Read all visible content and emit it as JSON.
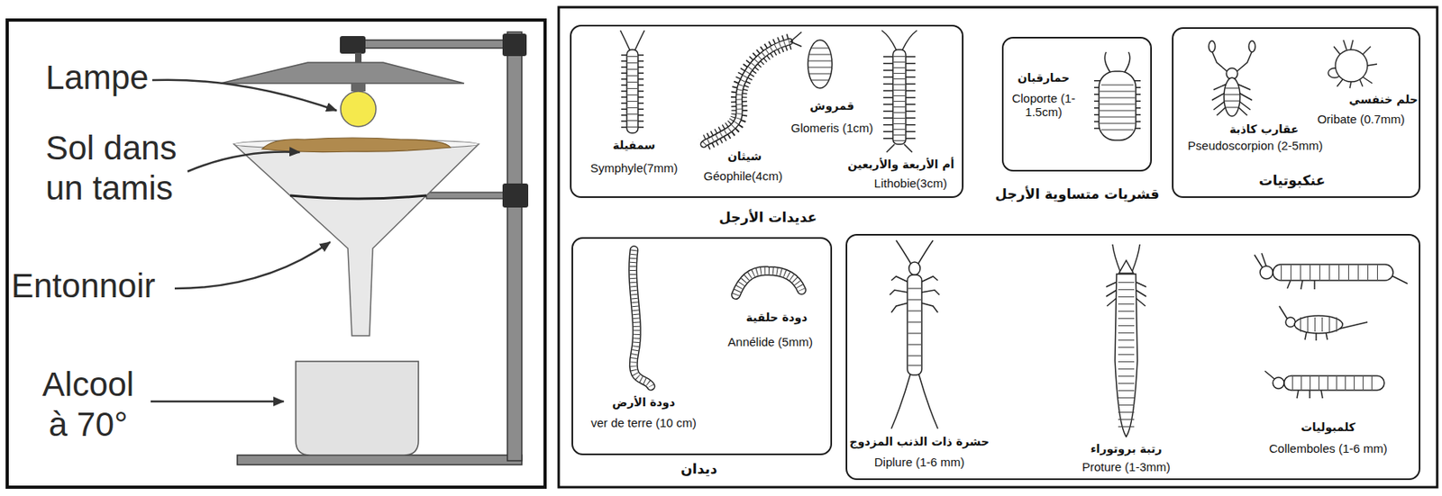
{
  "diagram": {
    "nodes": [
      {
        "text": [
          "عديدات الأرجل",
          "سمفيلة",
          "Symphyle(7mm)",
          "شيثان",
          "Géophile(4cm)",
          "قمروش",
          "Glomeris (1cm)",
          "أم الأربعة والأربعين",
          "Lithobie(3cm)"
        ]
      },
      {
        "text": [
          "قشريات متساوية الأرجل",
          "حمارقبان",
          "Cloporte (1-1.5cm)"
        ]
      },
      {
        "text": [
          "عنكبوتيات",
          "عقارب كاذبة",
          "Pseudoscorpion (2-5mm)",
          "حلم خنفسي",
          "Oribate (0.7mm)"
        ]
      },
      {
        "text": [
          "ديدان",
          "دودة الأرض",
          "ver de terre (10 cm)",
          "دودة حلقية",
          "Annélide (5mm)"
        ]
      },
      {
        "text": [
          "حشرة ذات الذنب المزدوج",
          "Diplure (1-6 mm)",
          "رتبة بروتوراء",
          "Proture (1-3mm)",
          "كلمبوليات",
          "Collemboles (1-6 mm)"
        ]
      }
    ],
    "labels": [
      "Lampe",
      "Sol dans un tamis",
      "Entonnoir",
      "Alcool à 70°"
    ]
  }
}
